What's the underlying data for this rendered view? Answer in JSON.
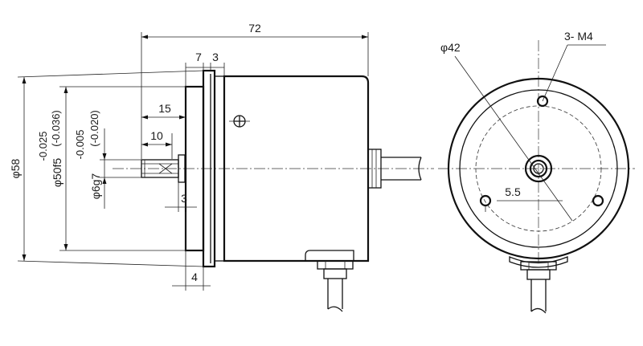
{
  "dimensions": {
    "overall_length": "72",
    "flange_a": "7",
    "flange_b": "3",
    "shaft_15": "15",
    "shaft_10": "10",
    "small_3": "3",
    "step_4": "4",
    "body_dia": "φ58",
    "spigot_dia": "φ50f5",
    "spigot_tol": "-0.025\n(-0.036)",
    "spigot_tol_upper": "-0.025",
    "spigot_tol_lower": "(-0.036)",
    "shaft_dia": "φ6g7",
    "shaft_tol_upper": "-0.005",
    "shaft_tol_lower": "(-0.020)",
    "pcd": "φ42",
    "holes": "3- M4",
    "offset": "5.5"
  }
}
